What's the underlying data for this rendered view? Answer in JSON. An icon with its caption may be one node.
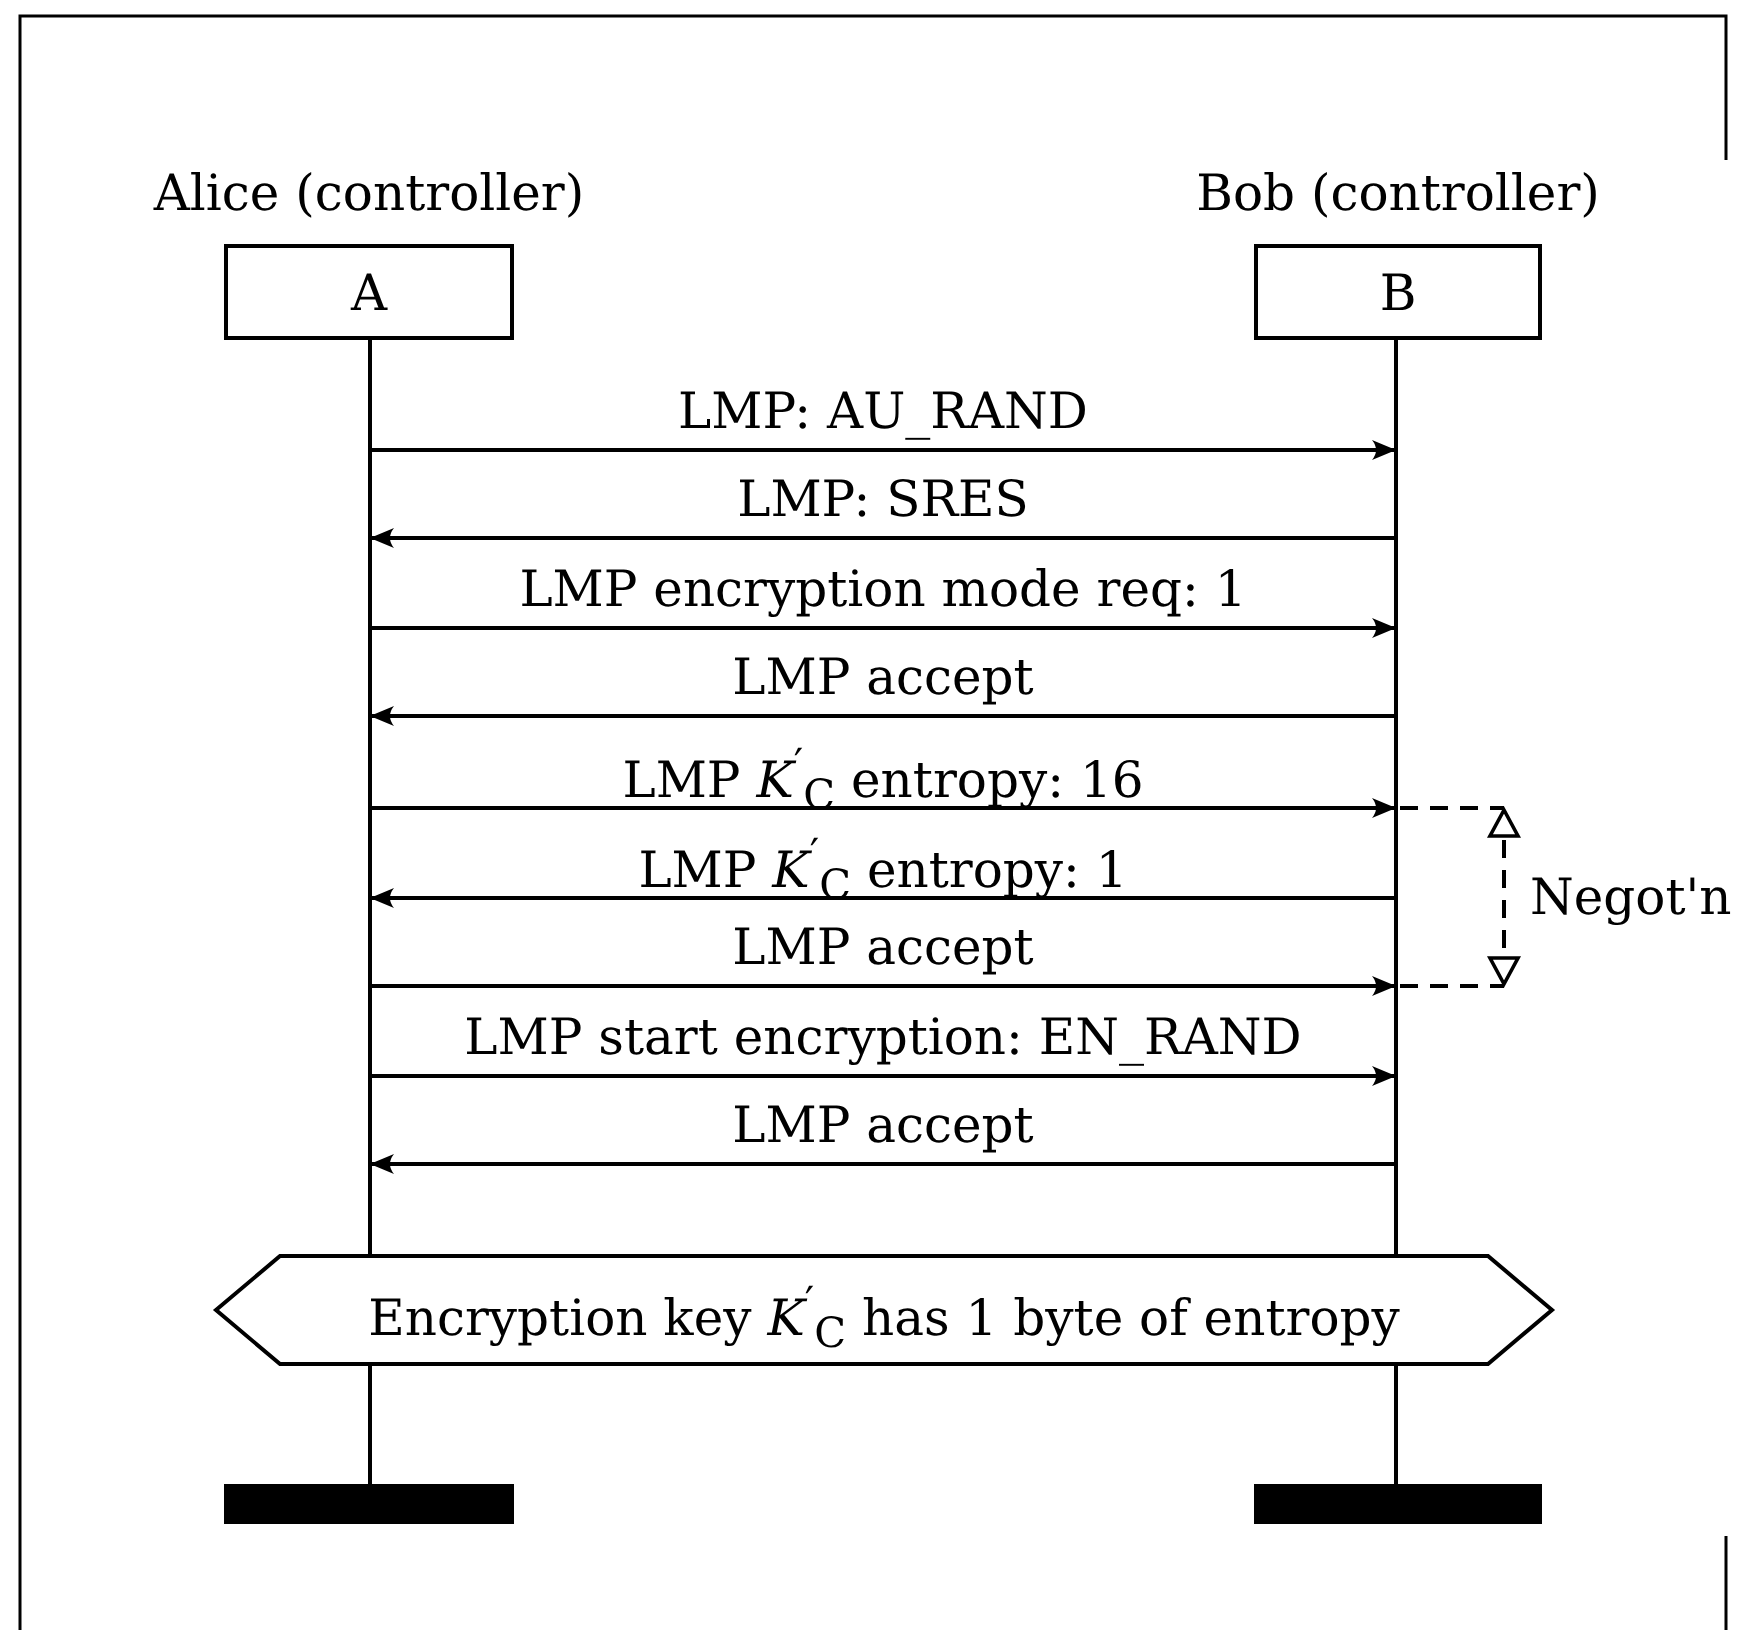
{
  "diagram": {
    "nodes": [
      {
        "text": [
          "Alice (controller)",
          "A"
        ]
      },
      {
        "text": [
          "Bob (controller)",
          "B"
        ]
      },
      {
        "text": [
          "Encryption key *K*$^{′}$$_{C}$ has 1 byte of entropy"
        ]
      }
    ],
    "edges": [
      {
        "from": 0,
        "to": 1,
        "arrow": "to",
        "label": "LMP: AU_RAND"
      },
      {
        "from": 1,
        "to": 0,
        "arrow": "to",
        "label": "LMP: SRES"
      },
      {
        "from": 0,
        "to": 1,
        "arrow": "to",
        "label": "LMP encryption mode req: 1"
      },
      {
        "from": 1,
        "to": 0,
        "arrow": "to",
        "label": "LMP accept"
      },
      {
        "from": 0,
        "to": 1,
        "arrow": "to",
        "label": "LMP *K*$^{′}$$_{C}$ entropy: 16"
      },
      {
        "from": 1,
        "to": 0,
        "arrow": "to",
        "label": "LMP *K*$^{′}$$_{C}$ entropy: 1"
      },
      {
        "from": 0,
        "to": 1,
        "arrow": "to",
        "label": "LMP accept"
      },
      {
        "from": 0,
        "to": 1,
        "arrow": "to",
        "label": "LMP start encryption: EN_RAND"
      },
      {
        "from": 1,
        "to": 0,
        "arrow": "to",
        "label": "LMP accept"
      }
    ],
    "labels": [
      "Negot'n"
    ]
  }
}
